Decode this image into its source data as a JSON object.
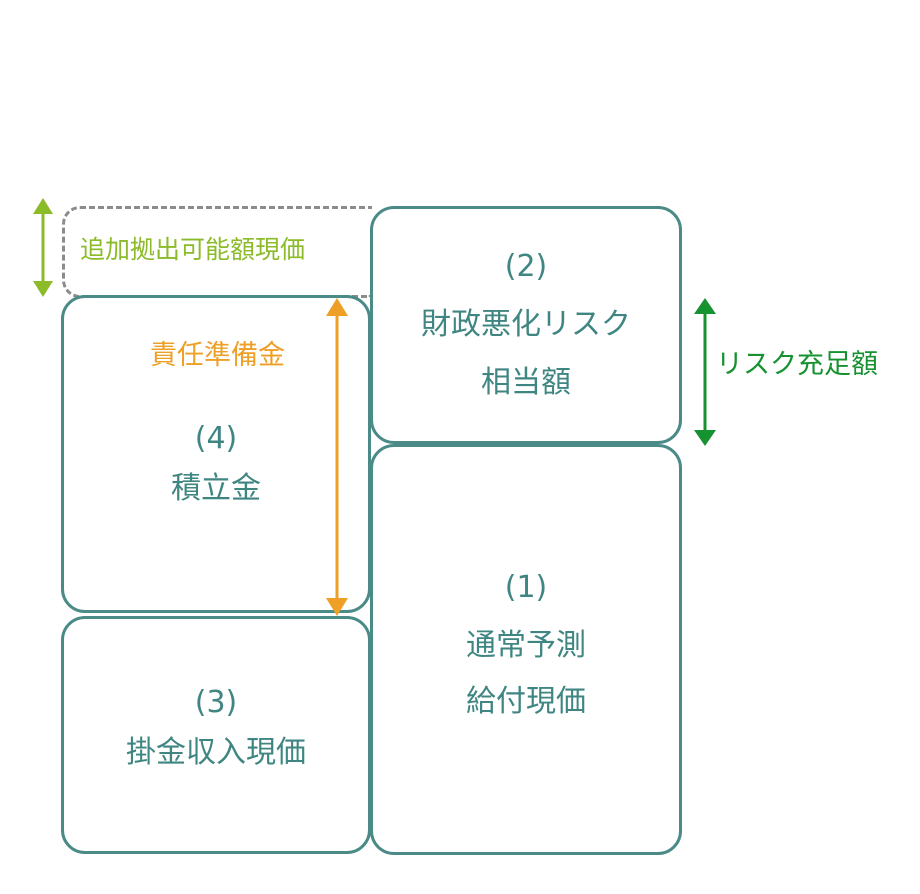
{
  "diagram": {
    "box_4": {
      "number": "(4)",
      "label": "積立金"
    },
    "box_3": {
      "number": "(3)",
      "label": "掛金収入現価"
    },
    "box_2": {
      "number": "(2)",
      "label_line1": "財政悪化リスク",
      "label_line2": "相当額"
    },
    "box_1": {
      "number": "(1)",
      "label_line1": "通常予測",
      "label_line2": "給付現価"
    },
    "additional_contribution": "追加拠出可能額現価",
    "liability_reserve": "責任準備金",
    "risk_adequacy": "リスク充足額"
  },
  "colors": {
    "box_border": "#4a8a87",
    "box_text": "#3f8682",
    "additional_contribution": "#8cbb2a",
    "liability_reserve": "#eea026",
    "risk_adequacy": "#179231",
    "dashed_border": "#8c8c8c"
  }
}
